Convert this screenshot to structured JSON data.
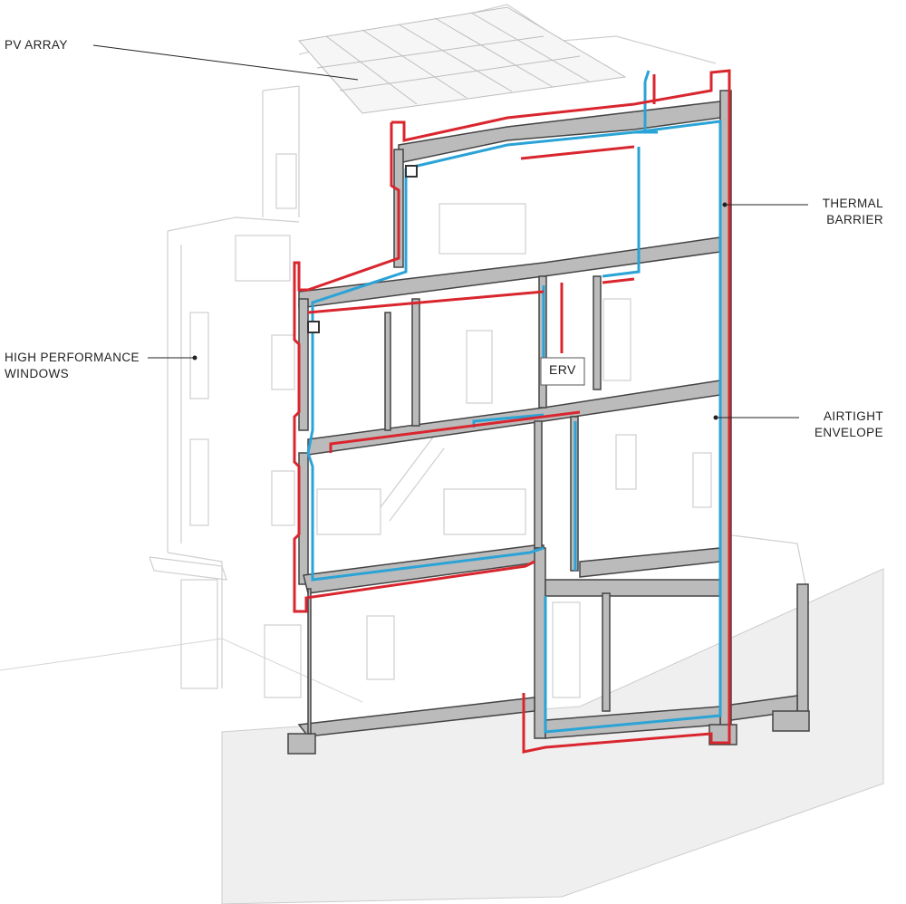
{
  "labels": {
    "pv_array": "PV ARRAY",
    "thermal_barrier": [
      "THERMAL",
      "BARRIER"
    ],
    "high_performance_windows": [
      "HIGH PERFORMANCE",
      "WINDOWS"
    ],
    "erv": "ERV",
    "airtight_envelope": [
      "AIRTIGHT",
      "ENVELOPE"
    ]
  },
  "colors": {
    "thermal_barrier": "#d9262e",
    "airtight_envelope": "#2aa3d6",
    "structure_fill": "#b9b9b9",
    "ground_fill": "#efefef",
    "ghost_lines": "#cfcfcf"
  }
}
